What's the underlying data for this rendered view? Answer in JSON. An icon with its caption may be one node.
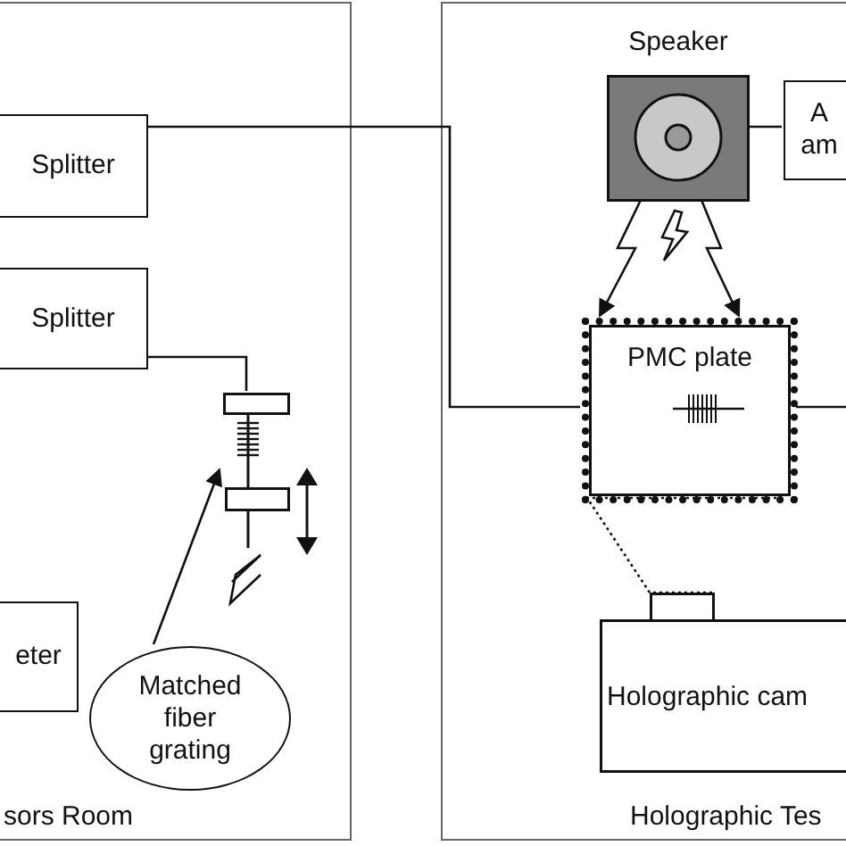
{
  "diagram": {
    "nodes": [
      {
        "text": [
          "sors Room"
        ]
      },
      {
        "text": [
          "Splitter"
        ],
        "in": 0
      },
      {
        "text": [
          "Splitter"
        ],
        "in": 0
      },
      {
        "text": [
          "eter"
        ],
        "in": 0
      },
      {
        "text": [
          "Matched fiber grating"
        ],
        "in": 0
      },
      {
        "text": [],
        "shape": "grating",
        "in": 0
      },
      {
        "text": [
          "Holographic Tes"
        ]
      },
      {
        "text": [
          "Speaker"
        ],
        "in": 6
      },
      {
        "text": [
          "A am"
        ],
        "in": 6
      },
      {
        "text": [
          "PMC plate"
        ],
        "in": 6
      },
      {
        "text": [
          "Holographic cam"
        ],
        "in": 6
      }
    ],
    "edges": [
      {
        "from": 1,
        "to": 9,
        "arrow": "none"
      },
      {
        "from": 7,
        "to": 8,
        "arrow": "none"
      },
      {
        "from": 2,
        "to": 5,
        "arrow": "none"
      },
      {
        "from": 4,
        "to": 5,
        "arrow": "to"
      },
      {
        "from": 10,
        "to": 9,
        "arrow": "none",
        "style": "dashed"
      },
      {
        "from": 7,
        "to": 9,
        "arrow": "to"
      },
      {
        "from": 7,
        "to": 9,
        "arrow": "to"
      }
    ]
  }
}
